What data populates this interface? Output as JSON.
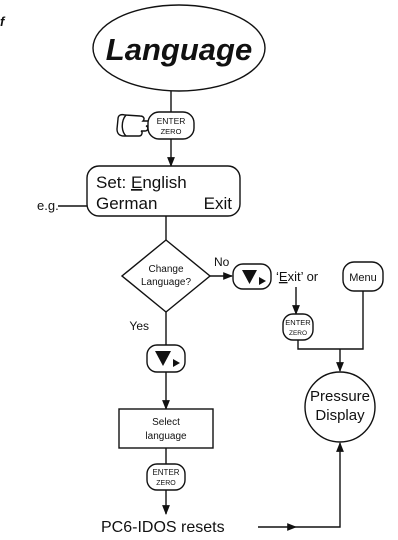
{
  "corner_mark": "f",
  "title": "Language",
  "keys": {
    "enter_line1": "ENTER",
    "enter_line2": "ZERO",
    "menu": "Menu"
  },
  "display": {
    "line1_prefix": "Set: ",
    "line1_underlined": "E",
    "line1_rest": "nglish",
    "line2_left": "German",
    "line2_right": "Exit"
  },
  "example_label": "e.g.",
  "decision": {
    "line1": "Change",
    "line2": "Language?",
    "no_label": "No",
    "yes_label": "Yes"
  },
  "exit_or_menu": {
    "quote_open": "‘",
    "underlined": "E",
    "rest": "xit’ or"
  },
  "select_box": {
    "line1": "Select",
    "line2": "language"
  },
  "pressure": {
    "line1": "Pressure",
    "line2": "Display"
  },
  "resets_label": "PC6-IDOS resets"
}
